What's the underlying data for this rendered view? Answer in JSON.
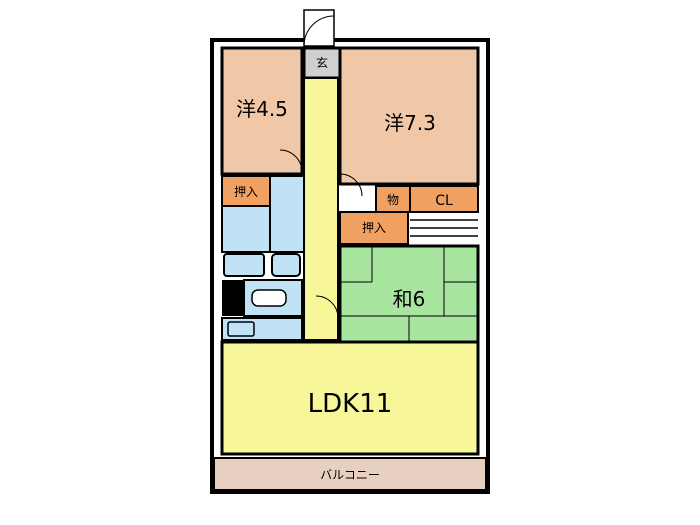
{
  "rooms": {
    "western_a": "洋4.5",
    "western_b": "洋7.3",
    "japanese": "和6",
    "ldk": "LDK11",
    "entrance": "玄",
    "closet_a": "押入",
    "closet_b": "押入",
    "storage": "物",
    "cl": "CL",
    "balcony": "バルコニー"
  },
  "colors": {
    "western": "#f0c8a8",
    "japanese": "#a8e6a0",
    "ldk": "#f7f79a",
    "corridor": "#f7f79a",
    "closet": "#f0a060",
    "entrance": "#d0d0d0",
    "wet": "#bfe3f5",
    "balcony": "#e8d0c0",
    "wall": "#000000"
  }
}
